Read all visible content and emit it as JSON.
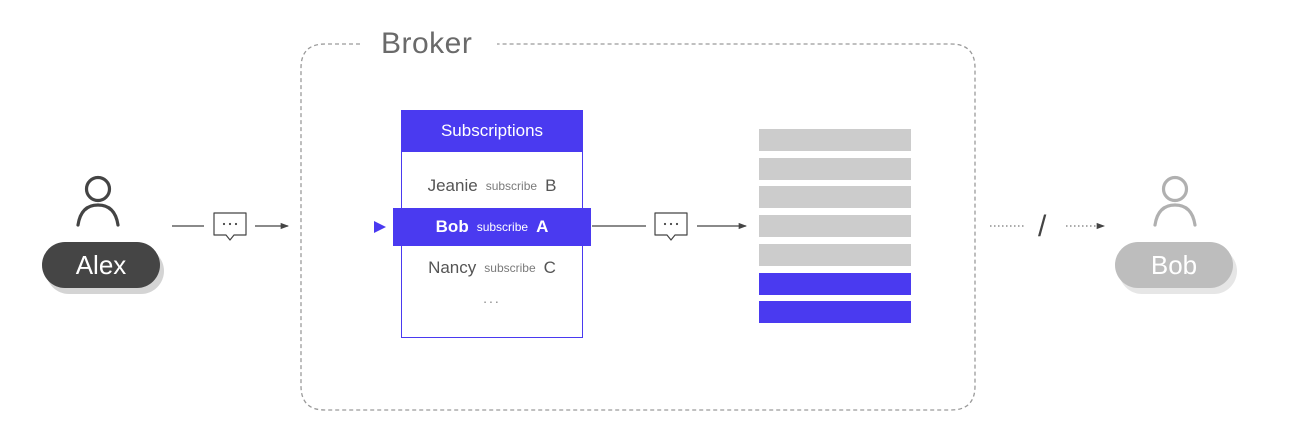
{
  "broker": {
    "title": "Broker"
  },
  "publisher": {
    "name": "Alex",
    "icon": "person-icon"
  },
  "subscriber": {
    "name": "Bob",
    "icon": "person-icon",
    "connection_status": "/"
  },
  "subscriptions": {
    "header": "Subscriptions",
    "rows": [
      {
        "name": "Jeanie",
        "action": "subscribe",
        "topic": "B",
        "highlighted": false
      },
      {
        "name": "Bob",
        "action": "subscribe",
        "topic": "A",
        "highlighted": true
      },
      {
        "name": "Nancy",
        "action": "subscribe",
        "topic": "C",
        "highlighted": false
      }
    ],
    "more": "..."
  },
  "queue": {
    "slots": [
      "empty",
      "empty",
      "empty",
      "empty",
      "empty",
      "filled",
      "filled"
    ]
  },
  "colors": {
    "accent": "#4a3af0",
    "publisher_pill": "#454545",
    "offline_pill": "#bdbdbd",
    "empty_slot": "#cccccc",
    "frame": "#9a9a9a"
  }
}
